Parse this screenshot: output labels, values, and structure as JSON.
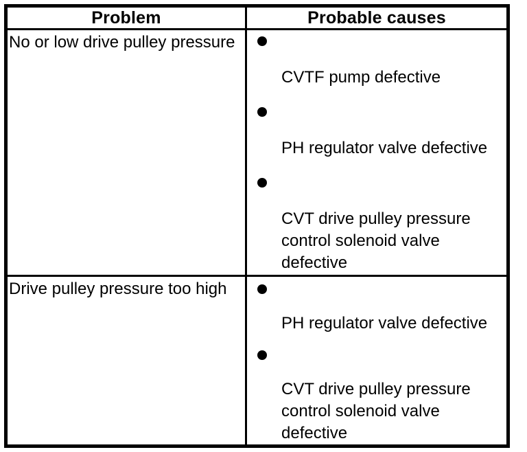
{
  "colors": {
    "background": "#ffffff",
    "border": "#000000",
    "text": "#000000"
  },
  "table": {
    "headers": {
      "problem": "Problem",
      "probable_causes": "Probable causes"
    },
    "rows": [
      {
        "problem": "No or low drive pulley pressure",
        "causes": [
          "CVTF pump defective",
          "PH regulator valve defective",
          "CVT drive pulley pressure control solenoid valve defective"
        ]
      },
      {
        "problem": "Drive pulley pressure too high",
        "causes": [
          "PH regulator valve defective",
          "CVT drive pulley pressure control solenoid valve defective"
        ]
      }
    ]
  }
}
